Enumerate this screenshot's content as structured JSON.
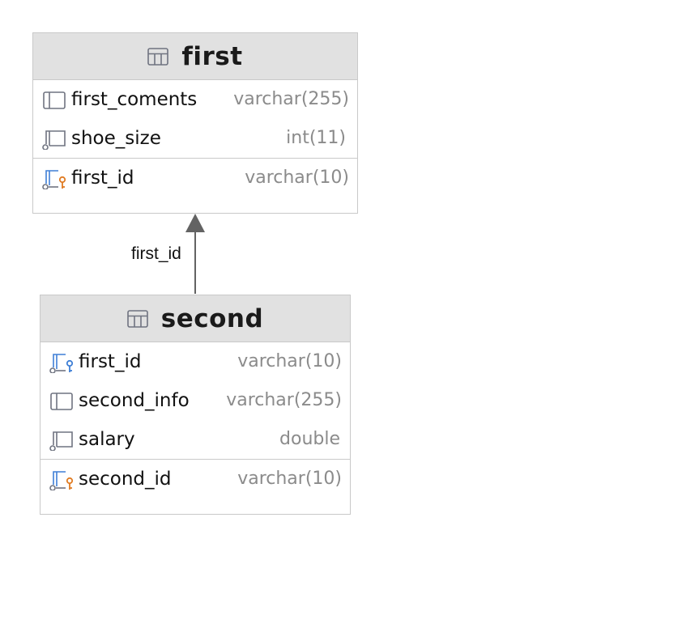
{
  "tables": [
    {
      "name": "first",
      "icon": "table-icon",
      "columns": [
        {
          "name": "first_coments",
          "type": "varchar(255)",
          "icon": "column-icon"
        },
        {
          "name": "shoe_size",
          "type": "int(11)",
          "icon": "nullable-column-icon"
        }
      ],
      "keys": [
        {
          "name": "first_id",
          "type": "varchar(10)",
          "icon": "primary-key-icon",
          "key_color": "#e07b22"
        }
      ]
    },
    {
      "name": "second",
      "icon": "table-icon",
      "columns": [
        {
          "name": "first_id",
          "type": "varchar(10)",
          "icon": "foreign-key-icon",
          "key_color": "#3f7fd6"
        },
        {
          "name": "second_info",
          "type": "varchar(255)",
          "icon": "column-icon"
        },
        {
          "name": "salary",
          "type": "double",
          "icon": "nullable-column-icon"
        }
      ],
      "keys": [
        {
          "name": "second_id",
          "type": "varchar(10)",
          "icon": "primary-key-icon",
          "key_color": "#e07b22"
        }
      ]
    }
  ],
  "relation": {
    "from": "second",
    "to": "first",
    "label": "first_id"
  },
  "colors": {
    "header_bg": "#e1e1e1",
    "border": "#c9c9c9",
    "primary_key": "#e07b22",
    "foreign_key": "#3f7fd6",
    "type_text": "#8b8b8b",
    "arrow": "#636363"
  }
}
